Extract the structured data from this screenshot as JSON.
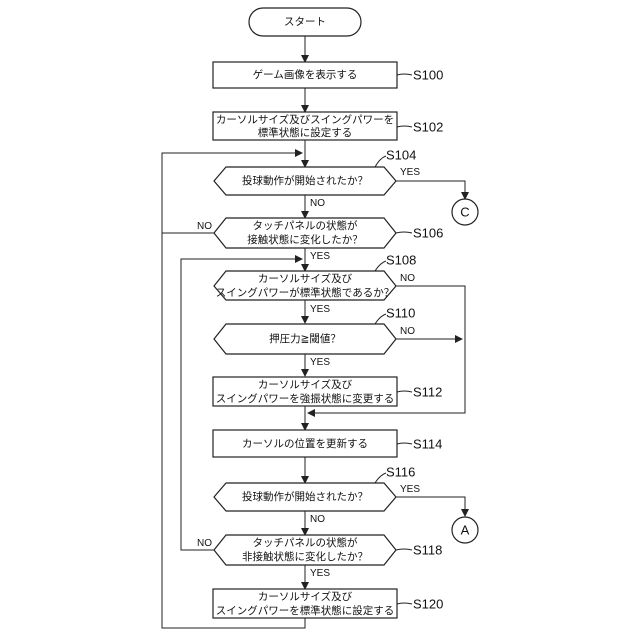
{
  "flowchart": {
    "start": "スタート",
    "steps": {
      "s100": {
        "id": "S100",
        "lines": [
          "ゲーム画像を表示する"
        ]
      },
      "s102": {
        "id": "S102",
        "lines": [
          "カーソルサイズ及びスイングパワーを",
          "標準状態に設定する"
        ]
      },
      "s104": {
        "id": "S104",
        "lines": [
          "投球動作が開始されたか？"
        ]
      },
      "s106": {
        "id": "S106",
        "lines": [
          "タッチパネルの状態が",
          "接触状態に変化したか？"
        ]
      },
      "s108": {
        "id": "S108",
        "lines": [
          "カーソルサイズ及び",
          "スイングパワーが標準状態であるか？"
        ]
      },
      "s110": {
        "id": "S110",
        "lines": [
          "押圧力≧閾値？"
        ]
      },
      "s112": {
        "id": "S112",
        "lines": [
          "カーソルサイズ及び",
          "スイングパワーを強振状態に変更する"
        ]
      },
      "s114": {
        "id": "S114",
        "lines": [
          "カーソルの位置を更新する"
        ]
      },
      "s116": {
        "id": "S116",
        "lines": [
          "投球動作が開始されたか？"
        ]
      },
      "s118": {
        "id": "S118",
        "lines": [
          "タッチパネルの状態が",
          "非接触状態に変化したか？"
        ]
      },
      "s120": {
        "id": "S120",
        "lines": [
          "カーソルサイズ及び",
          "スイングパワーを標準状態に設定する"
        ]
      }
    },
    "connectors": {
      "c": "C",
      "a": "A"
    },
    "branch": {
      "yes": "YES",
      "no": "NO"
    }
  }
}
